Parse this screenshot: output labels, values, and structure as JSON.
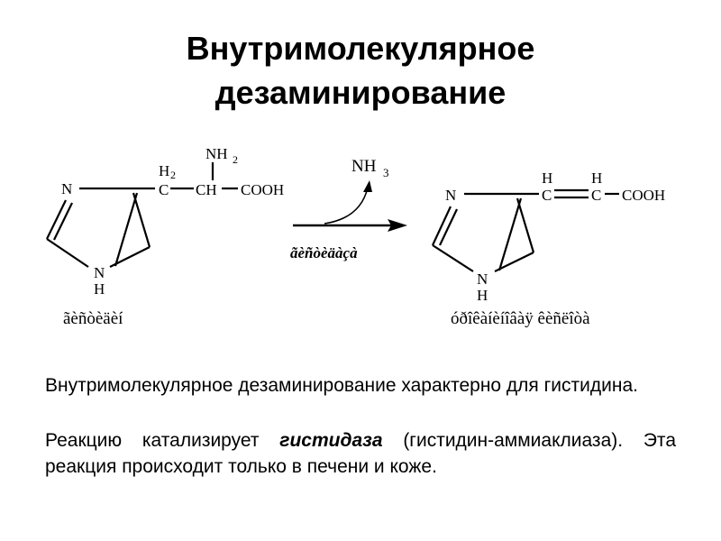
{
  "title": {
    "line1": "Внутримолекулярное",
    "line2": "дезаминирование"
  },
  "reaction": {
    "substrate": {
      "ring_n_top": "N",
      "ring_nh_n": "N",
      "ring_nh_h": "H",
      "ch2_h": "H",
      "ch2_sub": "2",
      "ch2_c": "C",
      "nh2": "NH",
      "nh2_sub": "2",
      "ch": "CH",
      "cooh": "COOH",
      "label": "ãèñòèäèí"
    },
    "byproduct": {
      "nh3": "NH",
      "nh3_sub": "3"
    },
    "enzyme_label": "ãèñòèäàçà",
    "product": {
      "ring_n_top": "N",
      "ring_nh_n": "N",
      "ring_nh_h": "H",
      "h1": "H",
      "h2": "H",
      "c1": "C",
      "c2": "C",
      "cooh": "COOH",
      "label": "óðîêàíèíîâàÿ êèñëîòà"
    }
  },
  "text": {
    "p1": "Внутримолекулярное дезаминирование характерно для гистидина.",
    "p2_before": "Реакцию катализирует ",
    "p2_enzyme": "гистидаза",
    "p2_after": " (гистидин-аммиаклиаза). Эта реакция происходит только в печени и коже."
  }
}
